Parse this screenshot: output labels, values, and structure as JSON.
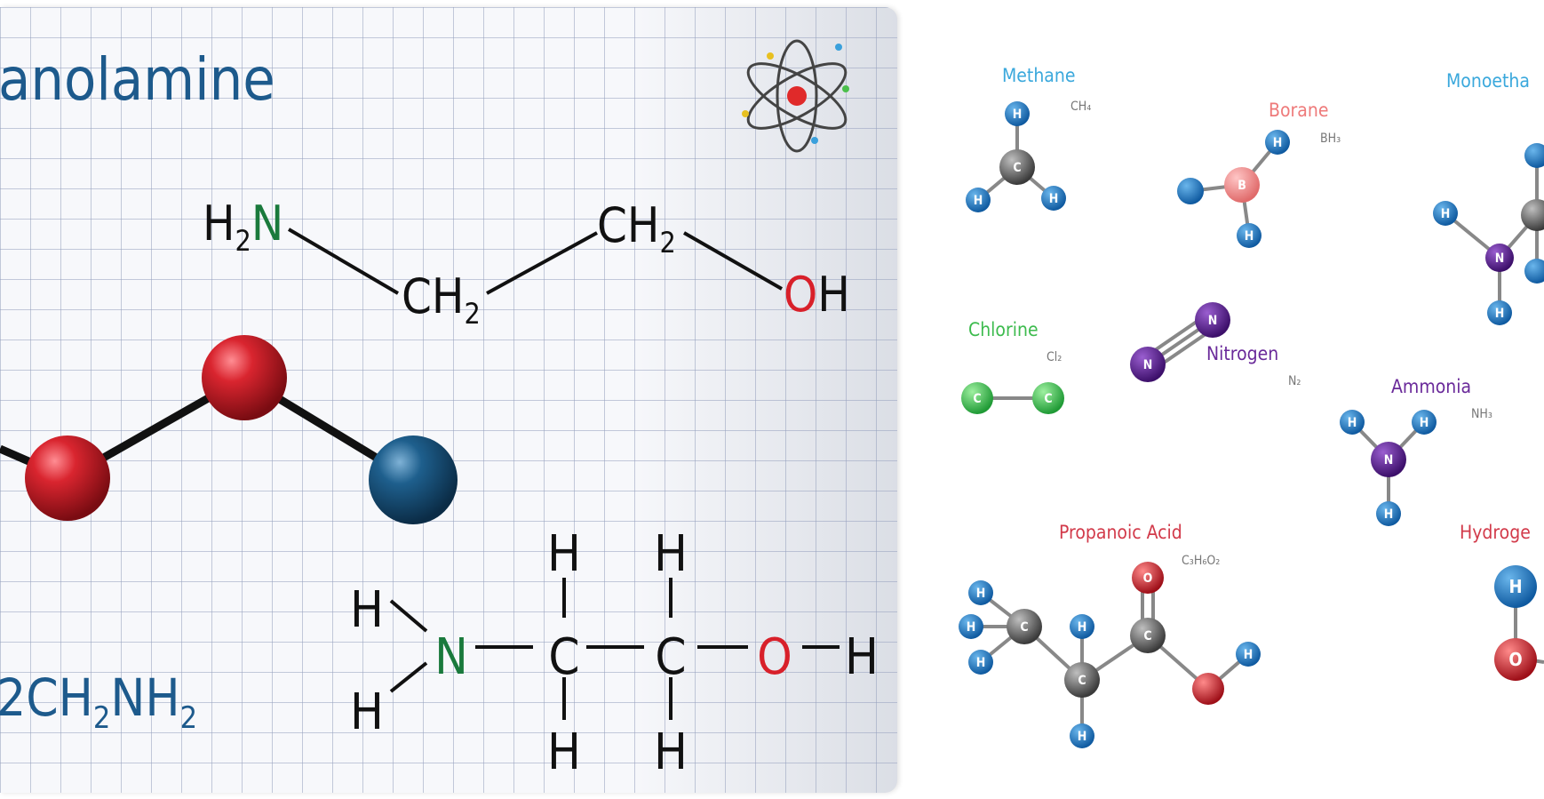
{
  "left_panel": {
    "title": "anolamine",
    "formula_fragment": "₂CH₂NH₂",
    "skeletal": {
      "h2n": "H₂N",
      "ch2_a": "CH₂",
      "ch2_b": "CH₂",
      "oh": "OH"
    },
    "structural": {
      "atoms": [
        "H",
        "H",
        "N",
        "C",
        "C",
        "O",
        "H",
        "H",
        "H",
        "H",
        "H"
      ]
    },
    "colors": {
      "title": "#1d5a8c",
      "nitrogen": "#1a7a3c",
      "oxygen": "#d8202a",
      "bond": "#111111",
      "atom_red": "#c91f2a",
      "atom_blue": "#1b5a86"
    },
    "icon": "atom-icon"
  },
  "right_panel": {
    "molecules": [
      {
        "name": "Methane",
        "formula": "CH₄",
        "color": "#3aa8dc"
      },
      {
        "name": "Borane",
        "formula": "BH₃",
        "color": "#ee7a7a"
      },
      {
        "name": "Monoetha",
        "formula": "",
        "color": "#3aa8dc"
      },
      {
        "name": "Chlorine",
        "formula": "Cl₂",
        "color": "#3dbb4e"
      },
      {
        "name": "Nitrogen",
        "formula": "N₂",
        "color": "#6a2a9a"
      },
      {
        "name": "Ammonia",
        "formula": "NH₃",
        "color": "#6a2a9a"
      },
      {
        "name": "Propanoic Acid",
        "formula": "C₃H₆O₂",
        "color": "#d23a4a"
      },
      {
        "name": "Hydroge",
        "formula": "",
        "color": "#d23a4a"
      }
    ],
    "atom_labels": {
      "H": "H",
      "C": "C",
      "B": "B",
      "N": "N",
      "O": "O"
    }
  }
}
